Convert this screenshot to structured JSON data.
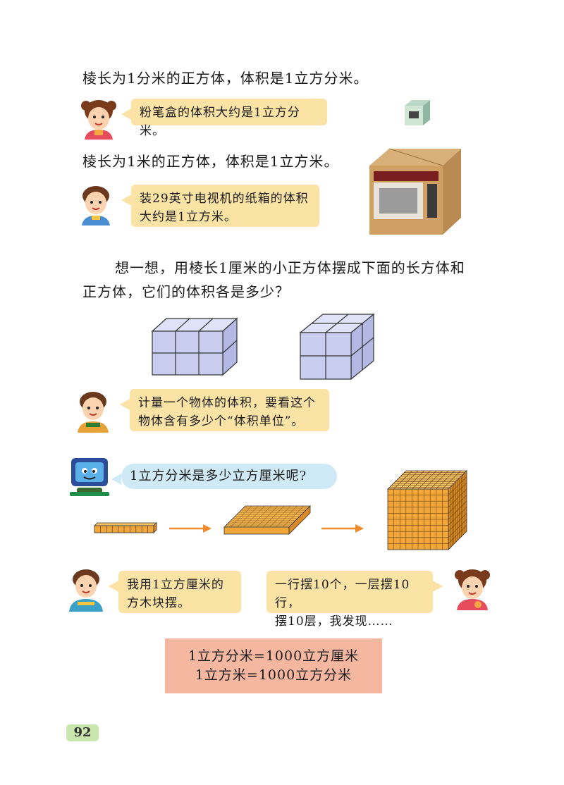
{
  "lines": {
    "dm3_def": "棱长为1分米的正方体，体积是1立方分米。",
    "m3_def": "棱长为1米的正方体，体积是1立方米。",
    "think": "想一想，用棱长1厘米的小正方体摆成下面的长方体和",
    "think2": "正方体，它们的体积各是多少？"
  },
  "bubbles": {
    "chalk_box": "粉笔盒的体积大约是1立方分米。",
    "tv_box_1": "装29英寸电视机的纸箱的体积",
    "tv_box_2": "大约是1立方米。",
    "measure_1": "计量一个物体的体积，要看这个",
    "measure_2": "物体含有多少个“体积单位”。",
    "question": "1立方分米是多少立方厘米呢?",
    "boy_say_1": "我用1立方厘米的",
    "boy_say_2": "方木块摆。",
    "girl_say_1": "一行摆10个，一层摆10行，",
    "girl_say_2": "摆10层，我发现……"
  },
  "formulas": {
    "f1": "1立方分米=1000立方厘米",
    "f2": "1立方米=1000立方分米"
  },
  "page_number": "92",
  "colors": {
    "bubble_yellow": "#fbe3a6",
    "bubble_blue": "#cfeaf6",
    "cube_blue": "#c9cdf0",
    "grid_orange": "#f2a63a",
    "arrow": "#f08a2c",
    "formula_bg": "#f6b7a1",
    "page_badge": "#c8e6ae"
  },
  "icons": [
    "girl-icon",
    "boy-icon",
    "computer-mascot-icon",
    "chalk-box-icon",
    "tv-carton-icon"
  ]
}
